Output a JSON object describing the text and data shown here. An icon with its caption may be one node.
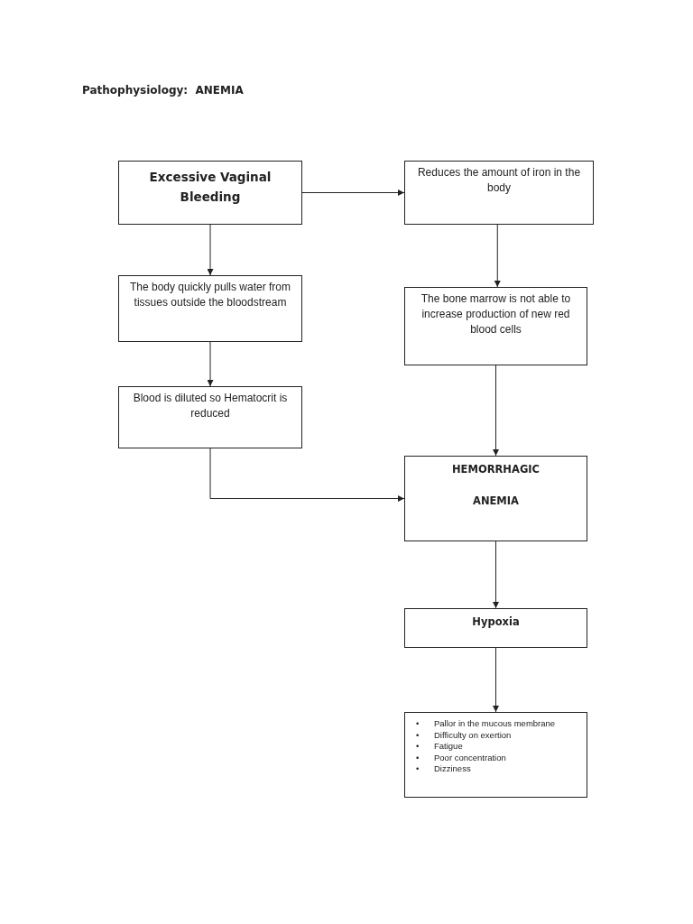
{
  "diagram": {
    "title": "Pathophysiology:  ANEMIA",
    "nodes": [
      {
        "text": [
          "Excessive Vaginal Bleeding"
        ]
      },
      {
        "text": [
          "Reduces the amount of iron in the body"
        ]
      },
      {
        "text": [
          "The body quickly pulls water from tissues outside the bloodstream"
        ]
      },
      {
        "text": [
          "The bone marrow is not able to increase production of new red blood cells"
        ]
      },
      {
        "text": [
          "Blood is diluted so Hematocrit is reduced"
        ]
      },
      {
        "text": [
          "HEMORRHAGIC",
          "ANEMIA"
        ]
      },
      {
        "text": [
          "Hypoxia"
        ]
      },
      {
        "text": [
          "Pallor in the mucous membrane",
          "Difficulty on exertion",
          "Fatigue",
          "Poor concentration",
          "Dizziness"
        ]
      }
    ],
    "edges": [
      {
        "from": 0,
        "to": 1,
        "arrow": "to"
      },
      {
        "from": 0,
        "to": 2,
        "arrow": "to"
      },
      {
        "from": 1,
        "to": 3,
        "arrow": "to"
      },
      {
        "from": 2,
        "to": 4,
        "arrow": "to"
      },
      {
        "from": 3,
        "to": 5,
        "arrow": "to"
      },
      {
        "from": 4,
        "to": 5,
        "arrow": "to"
      },
      {
        "from": 5,
        "to": 6,
        "arrow": "to"
      },
      {
        "from": 6,
        "to": 7,
        "arrow": "to"
      }
    ],
    "labels": [
      "•",
      "•",
      "•",
      "•",
      "•"
    ]
  }
}
